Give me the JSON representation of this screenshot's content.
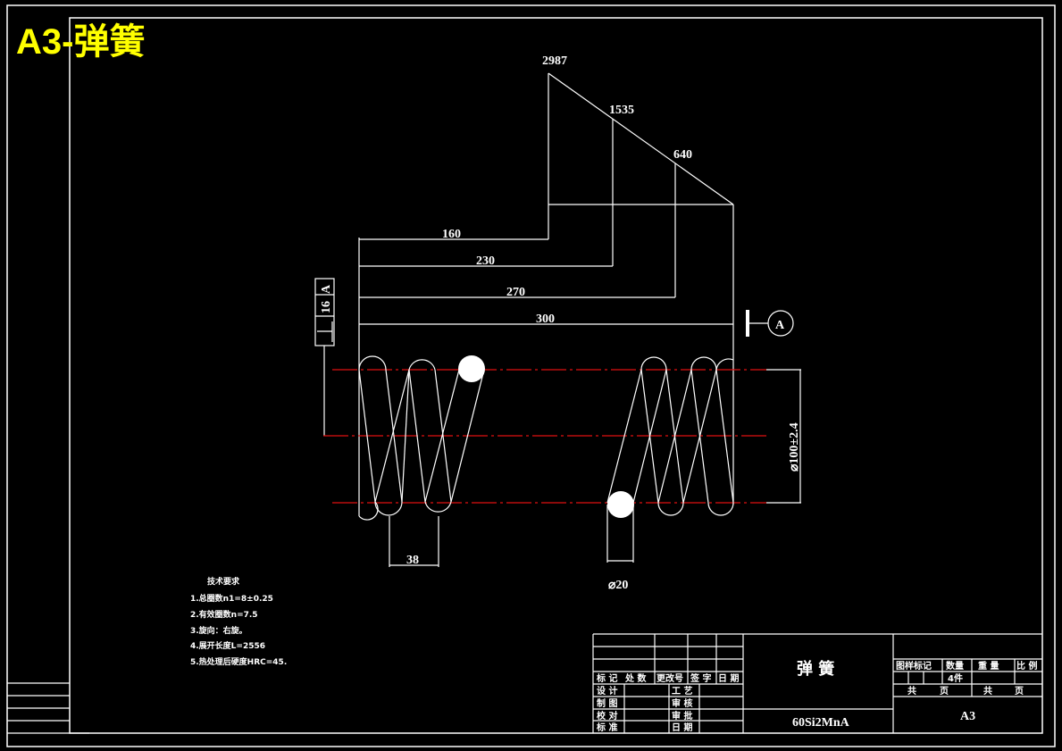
{
  "drawing": {
    "title": "A3-弹簧",
    "part_name": "弹 簧",
    "material": "60Si2MnA",
    "sheet_size": "A3",
    "colors": {
      "background": "#000000",
      "line": "#ffffff",
      "centerline": "#e01010",
      "title": "#ffff00"
    }
  },
  "force_diagram": {
    "forces": [
      "2987",
      "1535",
      "640"
    ],
    "lengths": [
      "160",
      "230",
      "270",
      "300"
    ]
  },
  "dimensions": {
    "outer_diameter": "⌀100±2.4",
    "wire_diameter": "⌀20",
    "pitch": "38",
    "datum_label": "A",
    "perpendicularity_value": "16",
    "perpendicularity_datum": "A"
  },
  "tech_requirements": {
    "heading": "技术要求",
    "items": [
      "1.总圈数n1=8±0.25",
      "2.有效圈数n=7.5",
      "3.旋向：右旋。",
      "4.展开长度L=2556",
      "5.热处理后硬度HRC=45."
    ]
  },
  "title_block": {
    "revision_headers": [
      "标 记",
      "处 数",
      "更改号",
      "签 字",
      "日 期"
    ],
    "left_rows": [
      "设 计",
      "制 图",
      "校 对",
      "标 准"
    ],
    "mid_rows": [
      "工 艺",
      "审 核",
      "审 批",
      "日 期"
    ],
    "info_headers": [
      "图样标记",
      "数量",
      "重 量",
      "比 例"
    ],
    "quantity": "4件",
    "sheets_total_label": "共",
    "sheet_label": "页",
    "sheets_label2": "共",
    "sheet_label2": "页"
  }
}
